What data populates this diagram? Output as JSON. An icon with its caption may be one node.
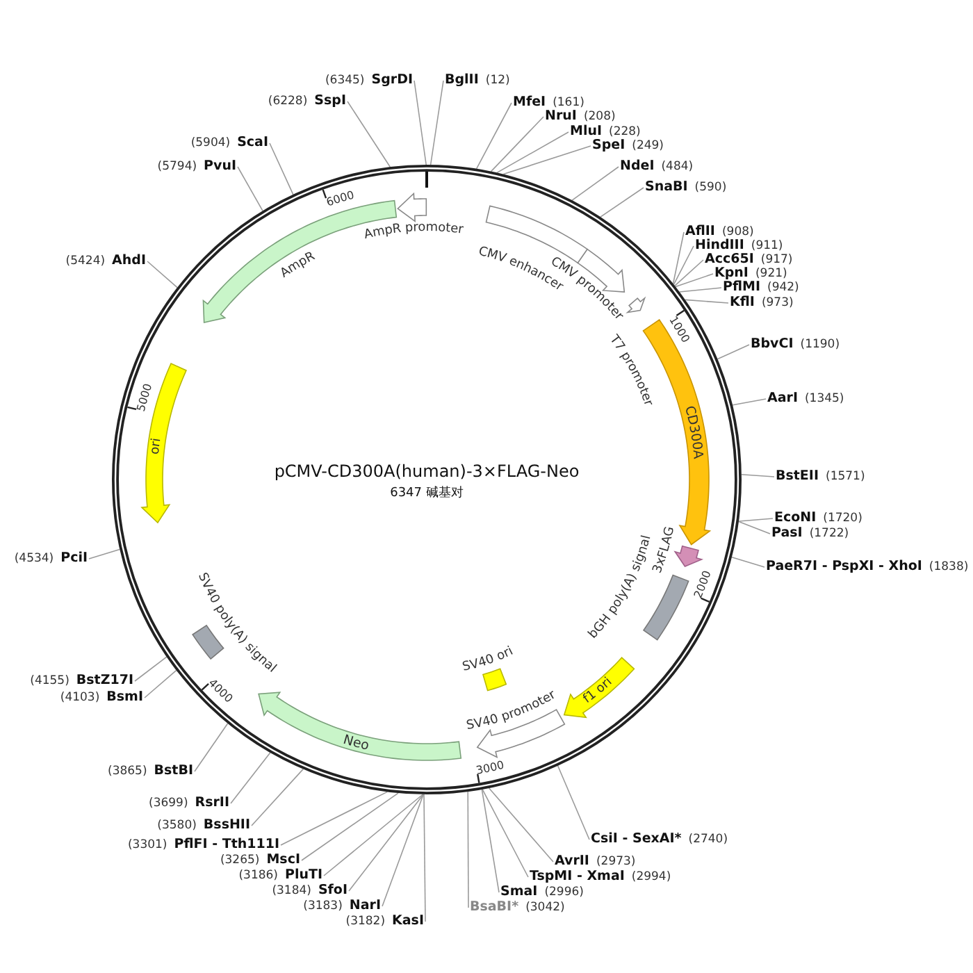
{
  "diagram": {
    "title": "pCMV-CD300A(human)-3×FLAG-Neo",
    "nodes": [
      {
        "text": [
          "BglII",
          "(12)"
        ]
      },
      {
        "text": [
          "MfeI",
          "(161)"
        ]
      },
      {
        "text": [
          "NruI",
          "(208)"
        ]
      },
      {
        "text": [
          "MluI",
          "(228)"
        ]
      },
      {
        "text": [
          "SpeI",
          "(249)"
        ]
      },
      {
        "text": [
          "NdeI",
          "(484)"
        ]
      },
      {
        "text": [
          "SnaBI",
          "(590)"
        ]
      },
      {
        "text": [
          "AflII",
          "(908)"
        ]
      },
      {
        "text": [
          "HindIII",
          "(911)"
        ]
      },
      {
        "text": [
          "Acc65I",
          "(917)"
        ]
      },
      {
        "text": [
          "KpnI",
          "(921)"
        ]
      },
      {
        "text": [
          "PflMI",
          "(942)"
        ]
      },
      {
        "text": [
          "KflI",
          "(973)"
        ]
      },
      {
        "text": [
          "BbvCI",
          "(1190)"
        ]
      },
      {
        "text": [
          "AarI",
          "(1345)"
        ]
      },
      {
        "text": [
          "BstEII",
          "(1571)"
        ]
      },
      {
        "text": [
          "EcoNI",
          "(1720)"
        ]
      },
      {
        "text": [
          "PasI",
          "(1722)"
        ]
      },
      {
        "text": [
          "PaeR7I - PspXI - XhoI",
          "(1838)"
        ]
      },
      {
        "text": [
          "CsiI - SexAI*",
          "(2740)"
        ]
      },
      {
        "text": [
          "AvrII",
          "(2973)"
        ]
      },
      {
        "text": [
          "TspMI - XmaI",
          "(2994)"
        ]
      },
      {
        "text": [
          "SmaI",
          "(2996)"
        ]
      },
      {
        "text": [
          "BsaBI*",
          "(3042)"
        ]
      },
      {
        "text": [
          "(3182)",
          "KasI"
        ]
      },
      {
        "text": [
          "(3183)",
          "NarI"
        ]
      },
      {
        "text": [
          "(3184)",
          "SfoI"
        ]
      },
      {
        "text": [
          "(3186)",
          "PluTI"
        ]
      },
      {
        "text": [
          "(3265)",
          "MscI"
        ]
      },
      {
        "text": [
          "(3301)",
          "PflFI - Tth111I"
        ]
      },
      {
        "text": [
          "(3580)",
          "BssHII"
        ]
      },
      {
        "text": [
          "(3699)",
          "RsrII"
        ]
      },
      {
        "text": [
          "(3865)",
          "BstBI"
        ]
      },
      {
        "text": [
          "(4103)",
          "BsmI"
        ]
      },
      {
        "text": [
          "(4155)",
          "BstZ17I"
        ]
      },
      {
        "text": [
          "(4534)",
          "PciI"
        ]
      },
      {
        "text": [
          "(5424)",
          "AhdI"
        ]
      },
      {
        "text": [
          "(5794)",
          "PvuI"
        ]
      },
      {
        "text": [
          "(5904)",
          "ScaI"
        ]
      },
      {
        "text": [
          "(6228)",
          "SspI"
        ]
      },
      {
        "text": [
          "(6345)",
          "SgrDI"
        ]
      },
      {
        "text": [
          "CMV enhancer"
        ]
      },
      {
        "text": [
          "CMV promoter"
        ]
      },
      {
        "text": [
          "T7 promoter"
        ]
      },
      {
        "text": [
          "CD300A"
        ]
      },
      {
        "text": [
          "3xFLAG"
        ]
      },
      {
        "text": [
          "bGH poly(A) signal"
        ]
      },
      {
        "text": [
          "f1 ori"
        ]
      },
      {
        "text": [
          "SV40 ori"
        ]
      },
      {
        "text": [
          "SV40 promoter"
        ]
      },
      {
        "text": [
          "Neo"
        ]
      },
      {
        "text": [
          "SV40 poly(A) signal"
        ]
      },
      {
        "text": [
          "ori"
        ]
      },
      {
        "text": [
          "AmpR"
        ]
      },
      {
        "text": [
          "AmpR promoter"
        ]
      }
    ],
    "edges": [
      {
        "from": 0,
        "to": null,
        "arrow": "none"
      },
      {
        "from": 1,
        "to": null,
        "arrow": "none"
      },
      {
        "from": 2,
        "to": null,
        "arrow": "none"
      },
      {
        "from": 3,
        "to": null,
        "arrow": "none"
      },
      {
        "from": 4,
        "to": null,
        "arrow": "none"
      },
      {
        "from": 5,
        "to": null,
        "arrow": "none"
      },
      {
        "from": 6,
        "to": null,
        "arrow": "none"
      },
      {
        "from": 7,
        "to": null,
        "arrow": "none"
      },
      {
        "from": 8,
        "to": null,
        "arrow": "none"
      },
      {
        "from": 9,
        "to": null,
        "arrow": "none"
      },
      {
        "from": 10,
        "to": null,
        "arrow": "none"
      },
      {
        "from": 11,
        "to": null,
        "arrow": "none"
      },
      {
        "from": 12,
        "to": null,
        "arrow": "none"
      },
      {
        "from": 13,
        "to": null,
        "arrow": "none"
      },
      {
        "from": 14,
        "to": null,
        "arrow": "none"
      },
      {
        "from": 15,
        "to": null,
        "arrow": "none"
      },
      {
        "from": 16,
        "to": null,
        "arrow": "none"
      },
      {
        "from": 17,
        "to": null,
        "arrow": "none"
      },
      {
        "from": 18,
        "to": null,
        "arrow": "none"
      },
      {
        "from": 19,
        "to": null,
        "arrow": "none"
      },
      {
        "from": 20,
        "to": null,
        "arrow": "none"
      },
      {
        "from": 21,
        "to": null,
        "arrow": "none"
      },
      {
        "from": 22,
        "to": null,
        "arrow": "none"
      },
      {
        "from": 23,
        "to": null,
        "arrow": "none"
      },
      {
        "from": 24,
        "to": null,
        "arrow": "none"
      },
      {
        "from": 25,
        "to": null,
        "arrow": "none"
      },
      {
        "from": 26,
        "to": null,
        "arrow": "none"
      },
      {
        "from": 27,
        "to": null,
        "arrow": "none"
      },
      {
        "from": 28,
        "to": null,
        "arrow": "none"
      },
      {
        "from": 29,
        "to": null,
        "arrow": "none"
      },
      {
        "from": 30,
        "to": null,
        "arrow": "none"
      },
      {
        "from": 31,
        "to": null,
        "arrow": "none"
      },
      {
        "from": 32,
        "to": null,
        "arrow": "none"
      },
      {
        "from": 33,
        "to": null,
        "arrow": "none"
      },
      {
        "from": 34,
        "to": null,
        "arrow": "none"
      },
      {
        "from": 35,
        "to": null,
        "arrow": "none"
      },
      {
        "from": 36,
        "to": null,
        "arrow": "none"
      },
      {
        "from": 37,
        "to": null,
        "arrow": "none"
      },
      {
        "from": 38,
        "to": null,
        "arrow": "none"
      },
      {
        "from": 39,
        "to": null,
        "arrow": "none"
      },
      {
        "from": 40,
        "to": null,
        "arrow": "none"
      }
    ],
    "labels": [
      "6000",
      "1000",
      "6347 碱基对",
      "5000",
      "2000",
      "4000",
      "3000"
    ]
  }
}
